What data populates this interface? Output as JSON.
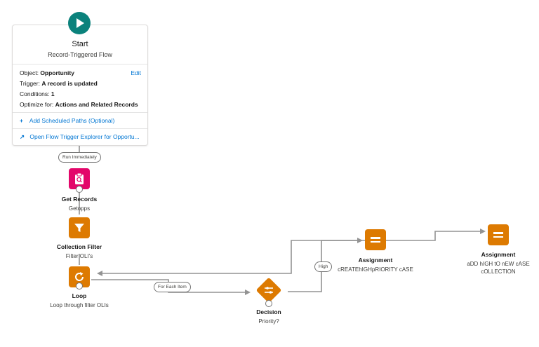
{
  "start": {
    "title": "Start",
    "subtitle": "Record-Triggered Flow",
    "object_label": "Object:",
    "object_value": "Opportunity",
    "edit_label": "Edit",
    "trigger_label": "Trigger:",
    "trigger_value": "A record is updated",
    "conditions_label": "Conditions:",
    "conditions_value": "1",
    "optimize_label": "Optimize for:",
    "optimize_value": "Actions and Related Records",
    "scheduled_paths": "Add Scheduled Paths (Optional)",
    "trigger_explorer": "Open Flow Trigger Explorer for Opportu..."
  },
  "connectors": {
    "run_immediately": "Run Immediately",
    "for_each_item": "For Each Item",
    "high": "High"
  },
  "nodes": {
    "get_records": {
      "type": "Get Records",
      "name": "Getopps"
    },
    "collection_filter": {
      "type": "Collection Filter",
      "name": "Filter OLI's"
    },
    "loop": {
      "type": "Loop",
      "name": "Loop through filter OLIs"
    },
    "decision": {
      "type": "Decision",
      "name": "Priority?"
    },
    "assignment1": {
      "type": "Assignment",
      "name": "cREATEhIGHpRIORITY cASE"
    },
    "assignment2": {
      "type": "Assignment",
      "name": "aDD hIGH tO nEW cASE cOLLECTION"
    }
  },
  "colors": {
    "start": "#0b827c",
    "element_orange": "#dd7a01",
    "get_records_pink": "#e3066a",
    "link_blue": "#0176d3",
    "connector": "#939393"
  }
}
